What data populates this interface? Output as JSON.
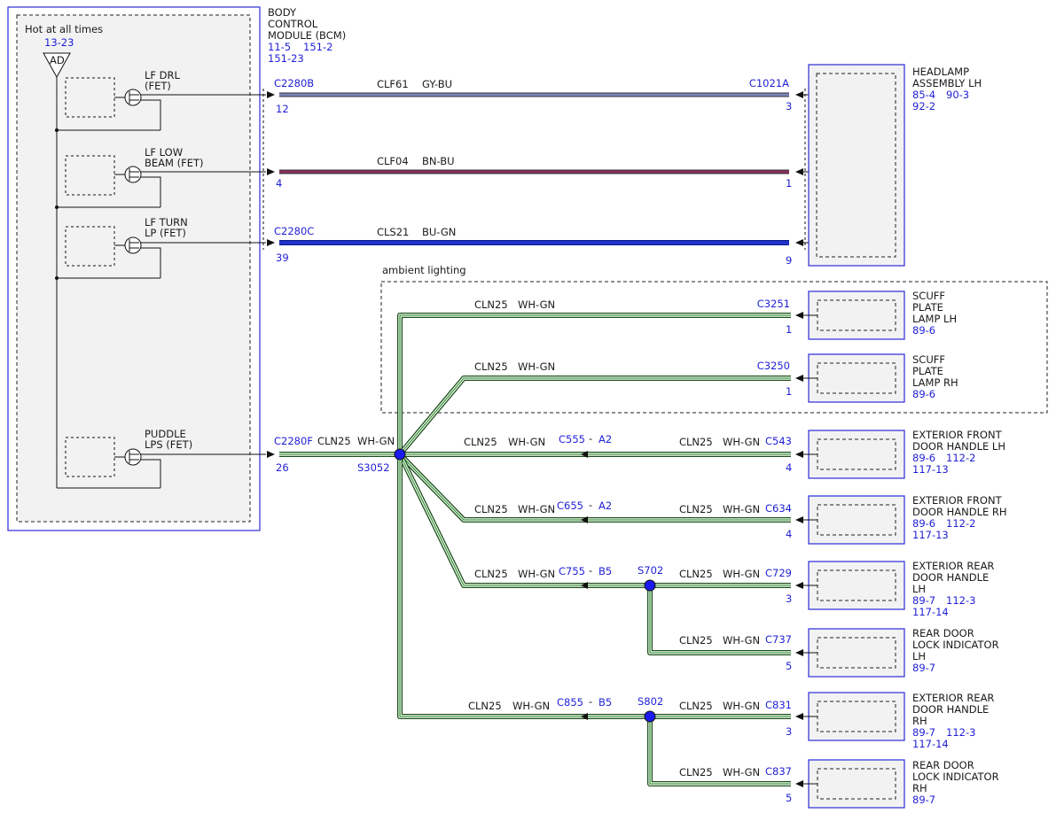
{
  "bcm": {
    "title": [
      "BODY",
      "CONTROL",
      "MODULE (BCM)"
    ],
    "refs": [
      "11-5",
      "151-2",
      "151-23"
    ],
    "hot_label": "Hot at all times",
    "hot_ref": "13-23",
    "fuse": "AD",
    "outputs": [
      {
        "label": [
          "LF DRL",
          "(FET)"
        ]
      },
      {
        "label": [
          "LF LOW",
          "BEAM (FET)"
        ]
      },
      {
        "label": [
          "LF TURN",
          "LP (FET)"
        ]
      },
      {
        "label": [
          "PUDDLE",
          "LPS (FET)"
        ]
      }
    ]
  },
  "wires": [
    {
      "connector": "C2280B",
      "pin": "12",
      "circuit": "CLF61",
      "color": "GY-BU",
      "end_connector": "C1021A",
      "end_pin": "3"
    },
    {
      "connector": "",
      "pin": "4",
      "circuit": "CLF04",
      "color": "BN-BU",
      "end_connector": "",
      "end_pin": "1"
    },
    {
      "connector": "C2280C",
      "pin": "39",
      "circuit": "CLS21",
      "color": "BU-GN",
      "end_connector": "",
      "end_pin": "9"
    }
  ],
  "headlamp": {
    "title": [
      "HEADLAMP",
      "ASSEMBLY LH"
    ],
    "refs": [
      "85-4",
      "90-3",
      "92-2"
    ]
  },
  "ambient_label": "ambient lighting",
  "puddle": {
    "connector": "C2280F",
    "pin": "26",
    "circuit": "CLN25",
    "color": "WH-GN",
    "splice": "S3052"
  },
  "loads": [
    {
      "circuit": "CLN25",
      "color": "WH-GN",
      "connector": "C3251",
      "pin": "1",
      "title": [
        "SCUFF",
        "PLATE",
        "LAMP LH"
      ],
      "refs": [
        "89-6"
      ]
    },
    {
      "circuit": "CLN25",
      "color": "WH-GN",
      "connector": "C3250",
      "pin": "1",
      "title": [
        "SCUFF",
        "PLATE",
        "LAMP RH"
      ],
      "refs": [
        "89-6"
      ]
    },
    {
      "circuit": "CLN25",
      "color": "WH-GN",
      "connector": "C543",
      "pin": "4",
      "title": [
        "EXTERIOR FRONT",
        "DOOR HANDLE LH"
      ],
      "refs": [
        "89-6",
        "112-2",
        "117-13"
      ],
      "inline": {
        "circuit": "CLN25",
        "color": "WH-GN",
        "connector": "C555",
        "pin": "A2"
      }
    },
    {
      "circuit": "CLN25",
      "color": "WH-GN",
      "connector": "C634",
      "pin": "4",
      "title": [
        "EXTERIOR FRONT",
        "DOOR HANDLE RH"
      ],
      "refs": [
        "89-6",
        "112-2",
        "117-13"
      ],
      "inline": {
        "circuit": "CLN25",
        "color": "WH-GN",
        "connector": "C655",
        "pin": "A2"
      }
    },
    {
      "circuit": "CLN25",
      "color": "WH-GN",
      "connector": "C729",
      "pin": "3",
      "title": [
        "EXTERIOR REAR",
        "DOOR HANDLE",
        "LH"
      ],
      "refs": [
        "89-7",
        "112-3",
        "117-14"
      ],
      "inline": {
        "circuit": "CLN25",
        "color": "WH-GN",
        "connector": "C755",
        "pin": "B5"
      },
      "splice": "S702"
    },
    {
      "circuit": "CLN25",
      "color": "WH-GN",
      "connector": "C737",
      "pin": "5",
      "title": [
        "REAR DOOR",
        "LOCK INDICATOR",
        "LH"
      ],
      "refs": [
        "89-7"
      ]
    },
    {
      "circuit": "CLN25",
      "color": "WH-GN",
      "connector": "C831",
      "pin": "3",
      "title": [
        "EXTERIOR REAR",
        "DOOR HANDLE",
        "RH"
      ],
      "refs": [
        "89-7",
        "112-3",
        "117-14"
      ],
      "inline": {
        "circuit": "CLN25",
        "color": "WH-GN",
        "connector": "C855",
        "pin": "B5"
      },
      "splice": "S802"
    },
    {
      "circuit": "CLN25",
      "color": "WH-GN",
      "connector": "C837",
      "pin": "5",
      "title": [
        "REAR DOOR",
        "LOCK INDICATOR",
        "RH"
      ],
      "refs": [
        "89-7"
      ]
    }
  ],
  "colors": {
    "module_blue": "#2b2bd9",
    "text_blue": "#1f1fd6",
    "wire_gy_bu": "#7a86b8",
    "wire_bn_bu": "#8a2f5e",
    "wire_bu_gn": "#1f33c8",
    "wire_wh_gn": "#3a9a3a",
    "splice": "#1a1aee"
  }
}
